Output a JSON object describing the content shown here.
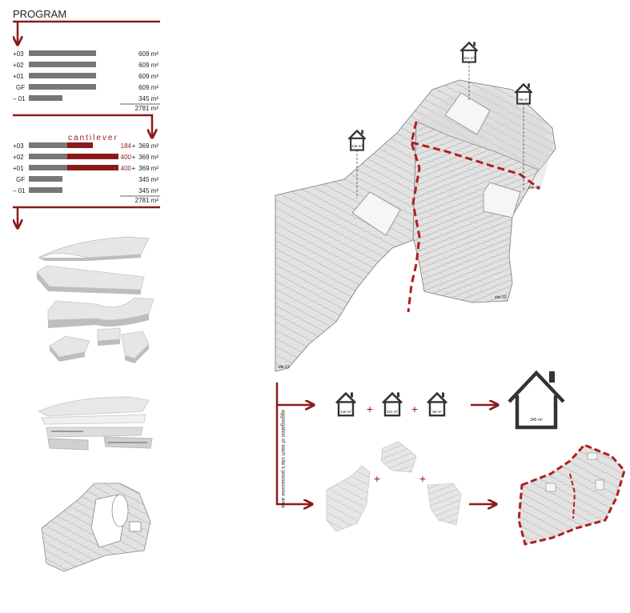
{
  "program": {
    "title": "PROGRAM",
    "table1": {
      "rows": [
        {
          "level": "+03",
          "area": "609 m²",
          "bar": 1.0
        },
        {
          "level": "+02",
          "area": "609 m²",
          "bar": 1.0
        },
        {
          "level": "+01",
          "area": "609 m²",
          "bar": 1.0
        },
        {
          "level": "GF",
          "area": "609 m²",
          "bar": 1.0
        },
        {
          "level": "– 01",
          "area": "345 m²",
          "bar": 0.5
        }
      ],
      "total": "2781 m²"
    },
    "table2": {
      "cantilever_label": "cantilever",
      "rows": [
        {
          "level": "+03",
          "cant": "184",
          "sep": "+",
          "area": "369 m²"
        },
        {
          "level": "+02",
          "cant": "400",
          "sep": "+",
          "area": "369 m²"
        },
        {
          "level": "+01",
          "cant": "400",
          "sep": "+",
          "area": "369 m²"
        },
        {
          "level": "GF",
          "cant": "",
          "sep": "",
          "area": "345 m²"
        },
        {
          "level": "– 01",
          "cant": "",
          "sep": "",
          "area": "345 m²"
        }
      ],
      "total": "2781 m²"
    }
  },
  "sites": {
    "house_146": "146 m²",
    "house_101": "101 m²",
    "house_98": "98 m²",
    "site01": "site 01",
    "site02": "site 02",
    "site03": "site 03"
  },
  "aggregation": {
    "vertical_label": "aggregation of each site’s possessive area",
    "houses": [
      "146 m²",
      "101 m²",
      "98 m²"
    ],
    "plus": "+",
    "result": "345 m²"
  },
  "colors": {
    "accent": "#8b1a1a",
    "bar": "#777777",
    "site": "#dcdcdc"
  }
}
